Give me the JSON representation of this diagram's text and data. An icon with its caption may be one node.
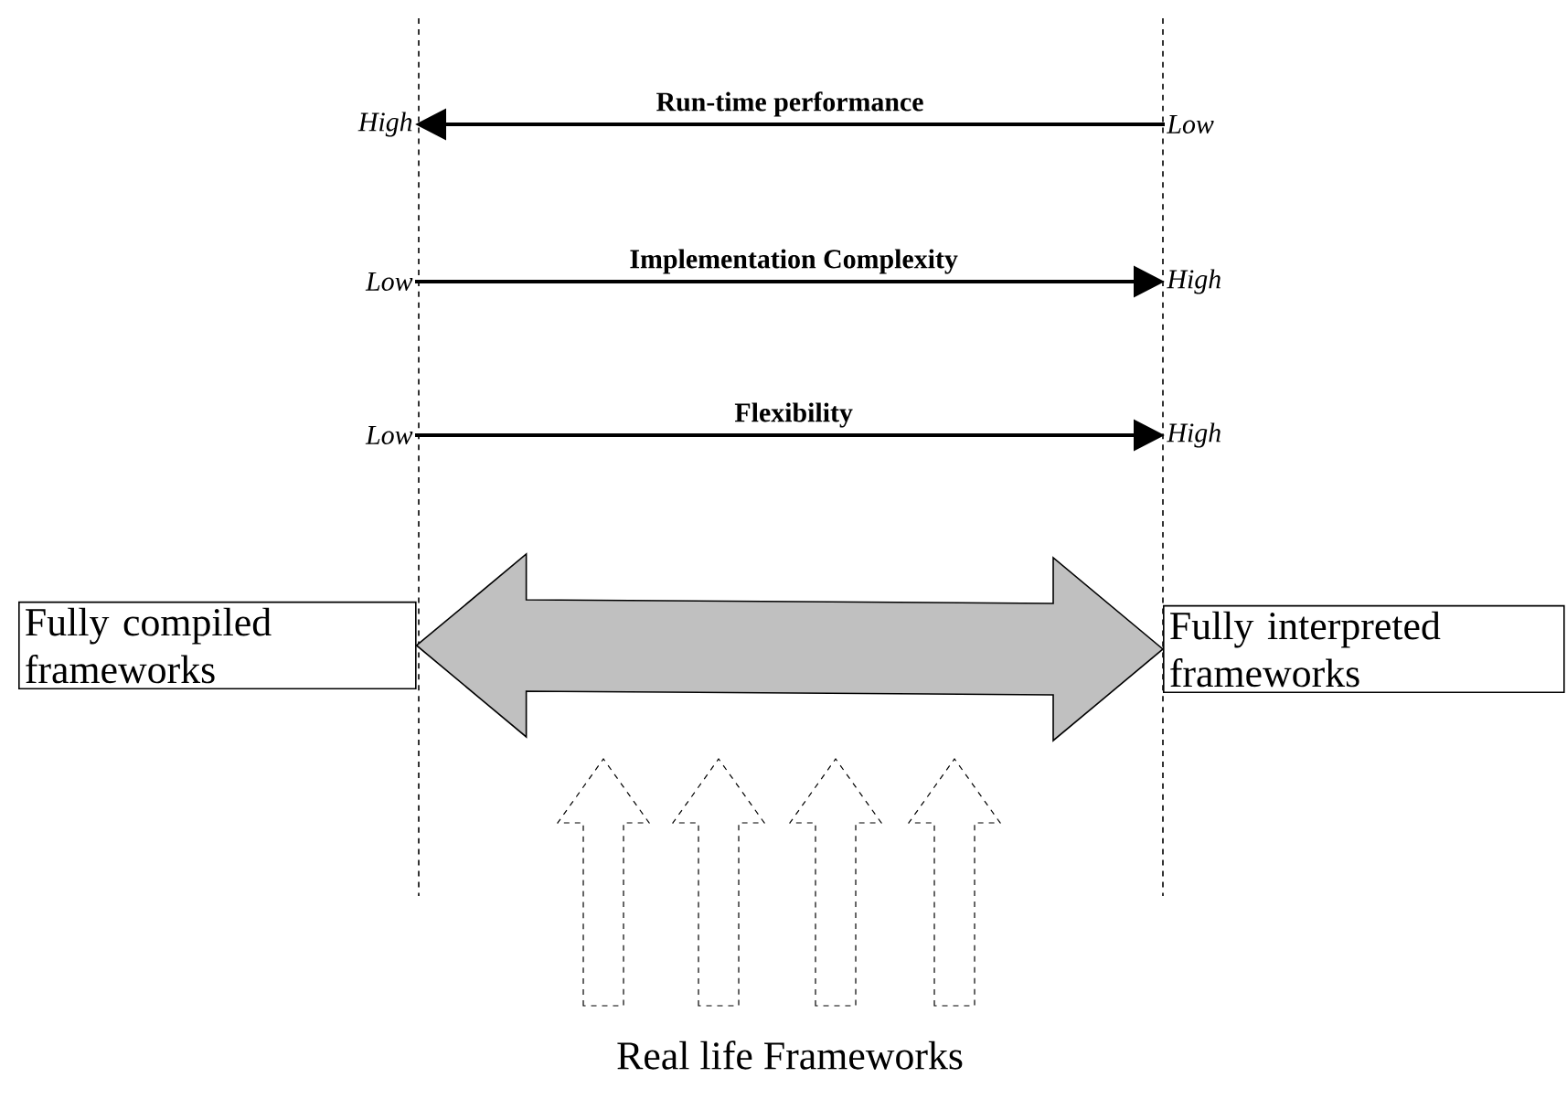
{
  "diagram": {
    "nodes": [
      {
        "text": [
          "Fully compiled frameworks"
        ]
      },
      {
        "text": [
          "Fully interpreted frameworks"
        ]
      },
      {
        "text": [
          "High"
        ]
      },
      {
        "text": [
          "Low"
        ]
      },
      {
        "text": [
          "Low"
        ]
      },
      {
        "text": [
          "High"
        ]
      },
      {
        "text": [
          "Low"
        ]
      },
      {
        "text": [
          "High"
        ]
      }
    ],
    "edges": [
      {
        "from": 0,
        "to": 1,
        "arrow": "both",
        "style": "thick",
        "color": "#c0c0c0"
      },
      {
        "from": 3,
        "to": 2,
        "arrow": "to",
        "label": "Run-time performance"
      },
      {
        "from": 4,
        "to": 5,
        "arrow": "to",
        "label": "Implementation Complexity"
      },
      {
        "from": 6,
        "to": 7,
        "arrow": "to",
        "label": "Flexibility"
      }
    ],
    "labels": [
      "Real life Frameworks"
    ]
  }
}
